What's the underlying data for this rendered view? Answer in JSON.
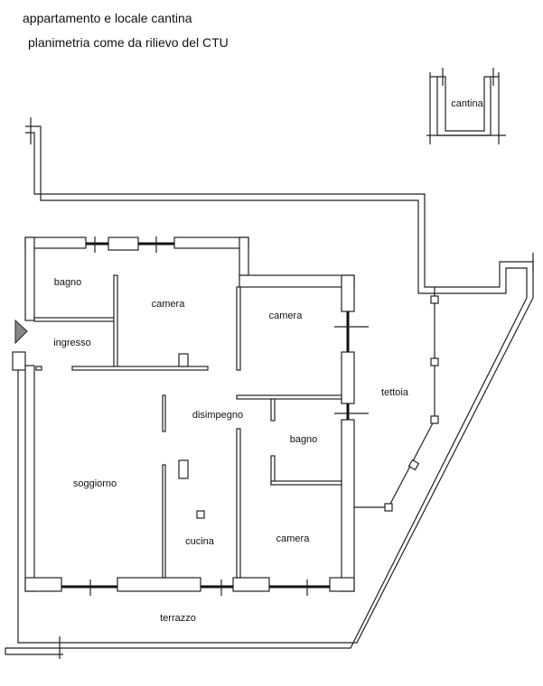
{
  "title": {
    "line1": "appartamento e locale cantina",
    "line2": "planimetria come da rilievo del CTU"
  },
  "rooms": {
    "cantina": "cantina",
    "bagno1": "bagno",
    "camera1": "camera",
    "camera2": "camera",
    "ingresso": "ingresso",
    "tettoia": "tettoia",
    "disimpegno": "disimpegno",
    "bagno2": "bagno",
    "soggiorno": "soggiorno",
    "cucina": "cucina",
    "camera3": "camera",
    "terrazzo": "terrazzo"
  }
}
